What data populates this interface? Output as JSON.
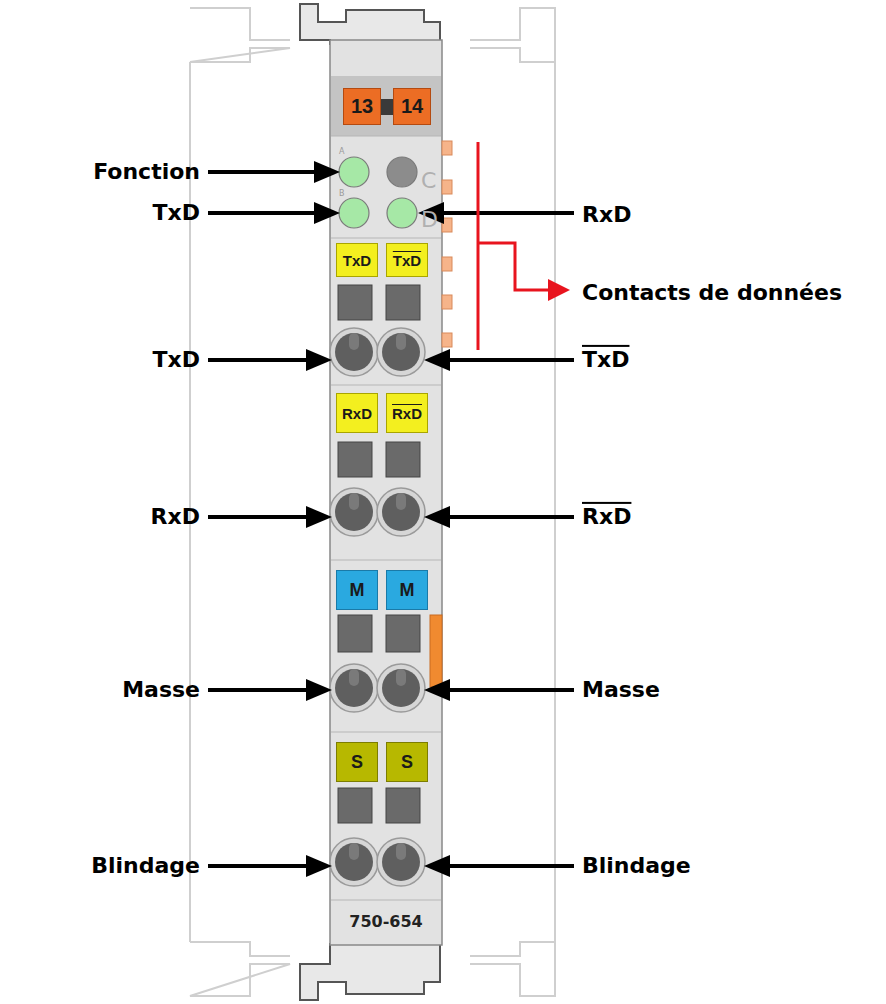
{
  "diagram": {
    "nodes": [
      {
        "text": [
          "750-654"
        ]
      },
      {
        "text": [
          "13"
        ],
        "in": 0
      },
      {
        "text": [
          "14"
        ],
        "in": 0
      },
      {
        "text": [
          "TxD"
        ],
        "in": 0
      },
      {
        "text": [
          "TxD"
        ],
        "in": 0
      },
      {
        "text": [
          "RxD"
        ],
        "in": 0
      },
      {
        "text": [
          "RxD"
        ],
        "in": 0
      },
      {
        "text": [
          "M"
        ],
        "in": 0
      },
      {
        "text": [
          "M"
        ],
        "in": 0
      },
      {
        "text": [
          "S"
        ],
        "in": 0
      },
      {
        "text": [
          "S"
        ],
        "in": 0
      }
    ],
    "labels": [
      "A",
      "C",
      "B",
      "D",
      "Fonction",
      "TxD",
      "RxD",
      "Contacts de données",
      "TxD",
      "TxD",
      "RxD",
      "RxD",
      "Masse",
      "Masse",
      "Blindage",
      "Blindage"
    ]
  }
}
